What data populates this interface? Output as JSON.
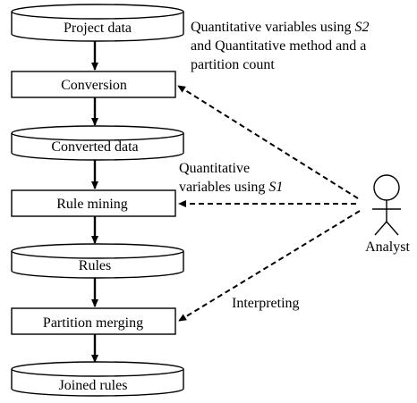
{
  "nodes": {
    "project_data": "Project data",
    "conversion": "Conversion",
    "converted_data": "Converted data",
    "rule_mining": "Rule mining",
    "rules": "Rules",
    "partition_merging": "Partition merging",
    "joined_rules": "Joined rules"
  },
  "annotations": {
    "conversion_note": {
      "line1_prefix": "Quantitative variables using ",
      "line1_var": "S2",
      "line2": "and Quantitative method and a",
      "line3": "partition count"
    },
    "mining_note": {
      "line1": "Quantitative",
      "line2_prefix": "variables using ",
      "line2_var": "S1"
    },
    "merging_note": "Interpreting"
  },
  "actor": {
    "label": "Analyst"
  }
}
